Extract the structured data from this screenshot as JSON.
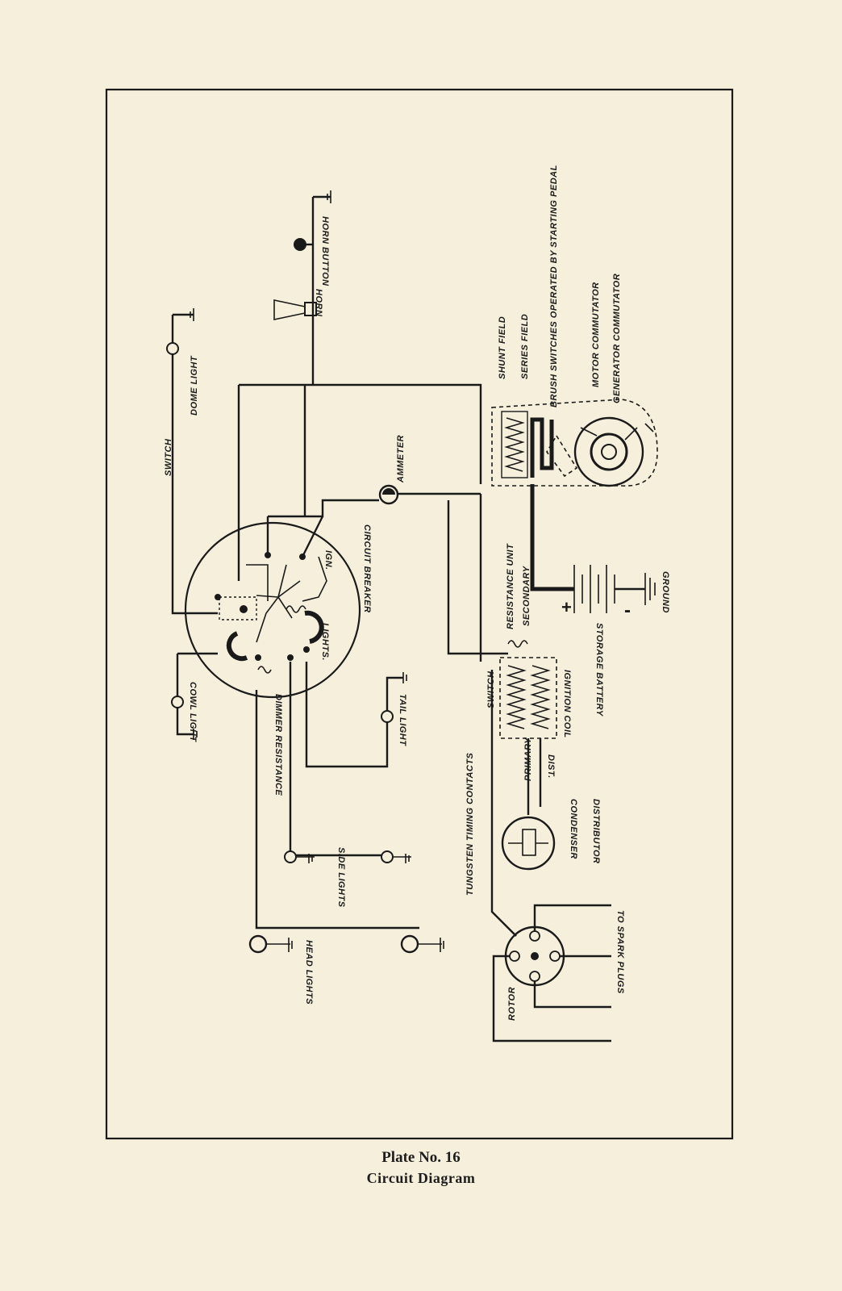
{
  "labels": {
    "horn_button": "HORN BUTTON",
    "horn": "HORN",
    "switch_dome": "SWITCH",
    "dome_light": "DOME LIGHT",
    "ammeter": "AMMETER",
    "circuit_breaker": "CIRCUIT BREAKER",
    "ign": "IGN.",
    "lights": "LIGHTS.",
    "cowl_light": "COWL LIGHT",
    "dimmer_resistance": "DIMMER RESISTANCE",
    "tail_light": "TAIL LIGHT",
    "side_lights": "SIDE LIGHTS",
    "head_lights": "HEAD LIGHTS",
    "shunt_field": "SHUNT FIELD",
    "series_field": "SERIES FIELD",
    "brush_switches": "BRUSH SWITCHES OPERATED BY STARTING PEDAL",
    "motor_commutator": "MOTOR COMMUTATOR",
    "generator_commutator": "GENERATOR COMMUTATOR",
    "storage_battery": "STORAGE BATTERY",
    "ground": "GROUND",
    "resistance_unit": "RESISTANCE UNIT",
    "secondary": "SECONDARY",
    "switch_ign": "SWITCH",
    "ignition_coil": "IGNITION COIL",
    "primary": "PRIMARY",
    "dist": "DIST.",
    "tungsten": "TUNGSTEN TIMING CONTACTS",
    "condenser": "CONDENSER",
    "distributor": "DISTRIBUTOR",
    "rotor": "ROTOR",
    "spark_plugs": "TO SPARK PLUGS",
    "plus": "+",
    "minus": "-"
  },
  "caption": {
    "plate": "Plate No. 16",
    "title": "Circuit Diagram"
  }
}
